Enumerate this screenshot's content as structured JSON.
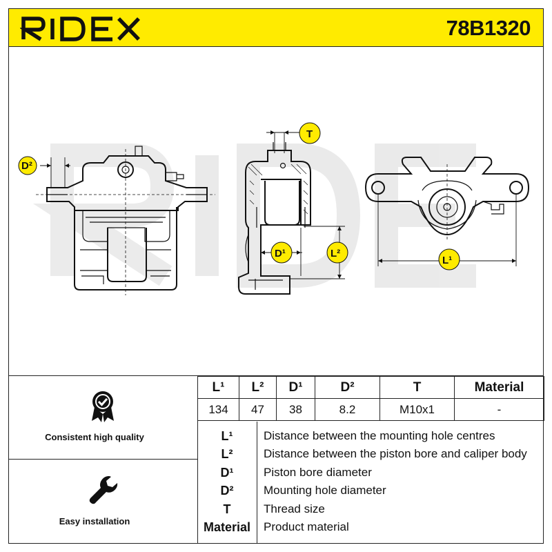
{
  "header": {
    "brand": "RIDEX",
    "part_number": "78B1320",
    "brand_color": "#ffeb00"
  },
  "diagram_labels": {
    "d2": "D²",
    "t": "T",
    "d1": "D¹",
    "l2": "L²",
    "l1": "L¹"
  },
  "features": [
    {
      "icon": "quality-badge-icon",
      "label": "Consistent high quality"
    },
    {
      "icon": "wrench-icon",
      "label": "Easy installation"
    }
  ],
  "specs_table": {
    "headers": [
      "L¹",
      "L²",
      "D¹",
      "D²",
      "T",
      "Material"
    ],
    "values": [
      "134",
      "47",
      "38",
      "8.2",
      "M10x1",
      "-"
    ]
  },
  "legend": [
    {
      "key": "L¹",
      "desc": "Distance between the mounting hole centres"
    },
    {
      "key": "L²",
      "desc": "Distance between the piston bore and caliper body"
    },
    {
      "key": "D¹",
      "desc": "Piston bore diameter"
    },
    {
      "key": "D²",
      "desc": "Mounting hole diameter"
    },
    {
      "key": "T",
      "desc": "Thread size"
    },
    {
      "key": "Material",
      "desc": "Product material"
    }
  ]
}
